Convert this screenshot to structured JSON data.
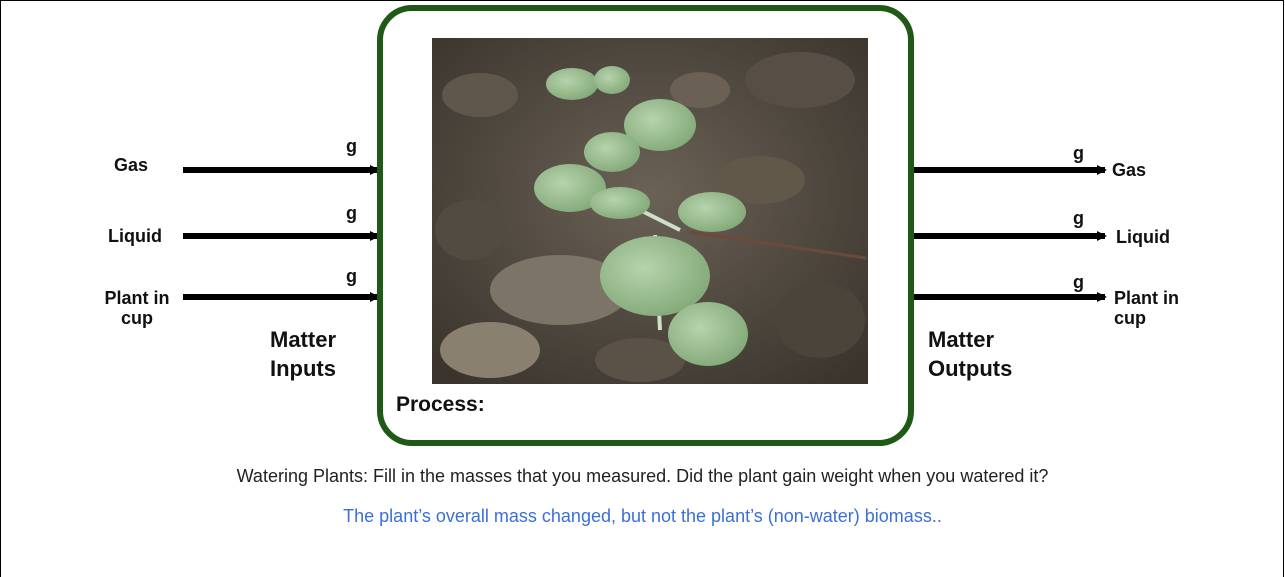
{
  "inputs": {
    "items": [
      {
        "label": "Gas",
        "unit": "g"
      },
      {
        "label": "Liquid",
        "unit": "g"
      },
      {
        "label": "Plant in cup",
        "unit": "g"
      }
    ],
    "title": "Matter Inputs"
  },
  "outputs": {
    "items": [
      {
        "label": "Gas",
        "unit": "g"
      },
      {
        "label": "Liquid",
        "unit": "g"
      },
      {
        "label": "Plant in cup",
        "unit": "g"
      }
    ],
    "title": "Matter Outputs"
  },
  "process_label": "Process:",
  "process_image": "plant-seedlings-in-soil-photo",
  "colors": {
    "process_border": "#1e5a16",
    "answer_text": "#3b6fd8"
  },
  "question": "Watering Plants: Fill in the masses that you measured.  Did the plant gain weight when you watered it?",
  "answer": "The plant’s overall mass changed, but not the plant’s (non-water) biomass.."
}
